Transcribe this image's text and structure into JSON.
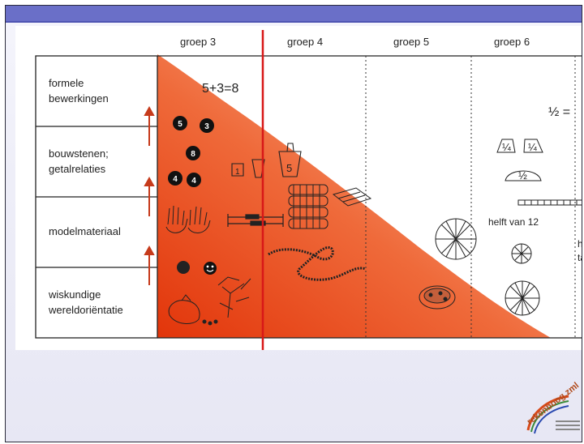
{
  "groups": [
    "groep 3",
    "groep 4",
    "groep 5",
    "groep 6"
  ],
  "rows": [
    {
      "lines": [
        "formele",
        "bewerkingen"
      ]
    },
    {
      "lines": [
        "bouwstenen;",
        "getalrelaties"
      ]
    },
    {
      "lines": [
        "modelmateriaal"
      ]
    },
    {
      "lines": [
        "wiskundige",
        "wereldoriëntatie"
      ]
    }
  ],
  "annotations": {
    "sum": "5+3=8",
    "half_fraction": "½ =",
    "quarter_1": "¼",
    "quarter_2": "¼",
    "half_piece": "½",
    "helft_van_12": "helft van 12",
    "weight_1": "1",
    "weight_5": "5",
    "cut_off_1": "he",
    "cut_off_2": "ta"
  },
  "dots": [
    "5",
    "3",
    "8",
    "4",
    "4"
  ],
  "logo": {
    "text": "rekenboog.zml"
  },
  "colors": {
    "title_bar": "#6a6fc8",
    "wedge_dark": "#e2350a",
    "wedge_light": "#f7bca0",
    "divider_red": "#d81818",
    "arrow": "#c63a1b"
  }
}
